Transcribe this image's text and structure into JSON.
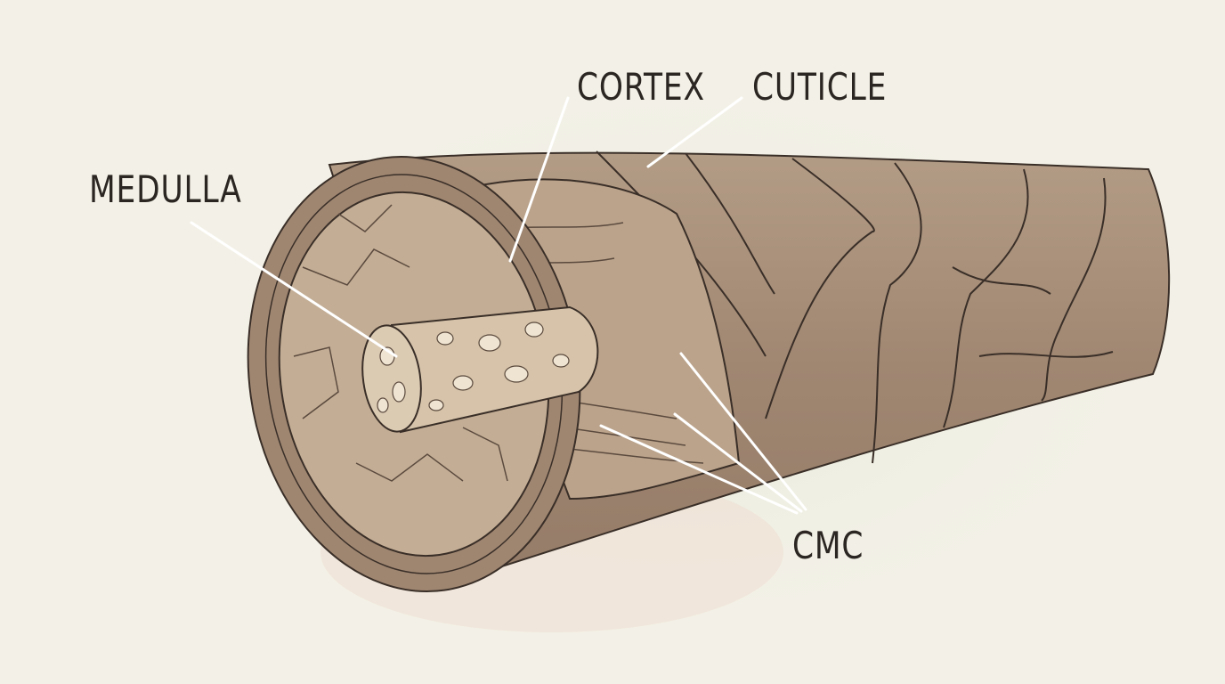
{
  "title": "Hair structure cross-section",
  "labels": {
    "medulla": "MEDULLA",
    "cortex": "CORTEX",
    "cuticle": "CUTICLE",
    "cmc": "CMC"
  },
  "colors": {
    "background": "#f3f1e7",
    "hair_body": "#a48c76",
    "hair_dark": "#8c7461",
    "cortex_light": "#c9b49d",
    "medulla": "#d8c6ae",
    "ink": "#2b2622",
    "leader_line": "#ffffff"
  }
}
